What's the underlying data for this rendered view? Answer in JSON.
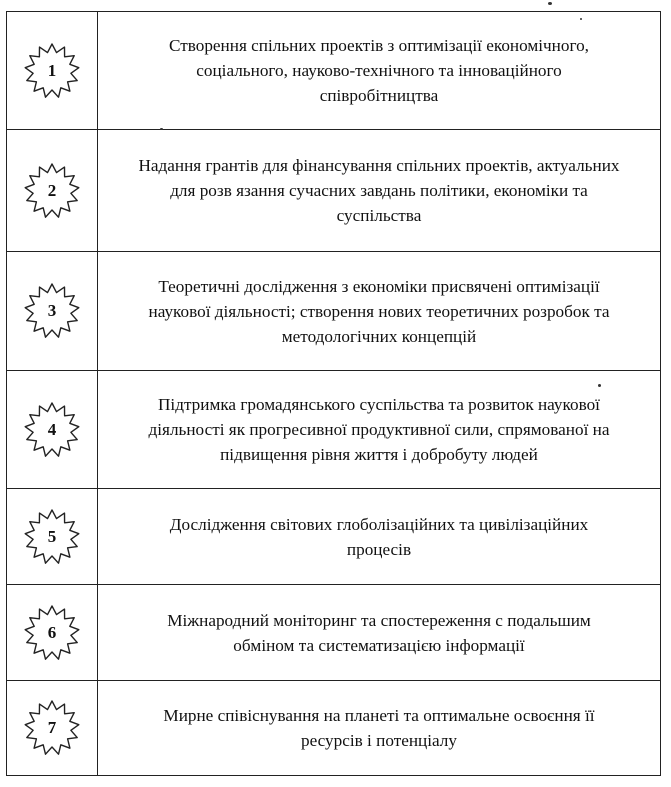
{
  "rows": [
    {
      "number": "1",
      "lines": [
        "Створення спільних проектів з оптимізації економічного,",
        "соціального, науково-технічного та інноваційного",
        "співробітництва"
      ]
    },
    {
      "number": "2",
      "lines": [
        "Надання грантів для фінансування спільних проектів, актуальних",
        "для розв язання сучасних завдань політики, економіки та",
        "суспільства"
      ]
    },
    {
      "number": "3",
      "lines": [
        "Теоретичні дослідження з економіки присвячені оптимізації",
        "наукової діяльності; створення нових теоретичних розробок та",
        "методологічних концепцій"
      ]
    },
    {
      "number": "4",
      "lines": [
        "Підтримка громадянського суспільства та розвиток наукової",
        "діяльності як прогресивної продуктивної сили, спрямованої на",
        "підвищення рівня життя і добробуту людей"
      ]
    },
    {
      "number": "5",
      "lines": [
        "Дослідження світових глоболізаційних та цивілізаційних",
        "процесів"
      ]
    },
    {
      "number": "6",
      "lines": [
        "Міжнародний моніторинг та спостереження с подальшим",
        "обміном та систематизацією інформації"
      ]
    },
    {
      "number": "7",
      "lines": [
        "Мирне співіснування на планеті та оптимальне освоєння її",
        "ресурсів і потенціалу"
      ]
    }
  ]
}
